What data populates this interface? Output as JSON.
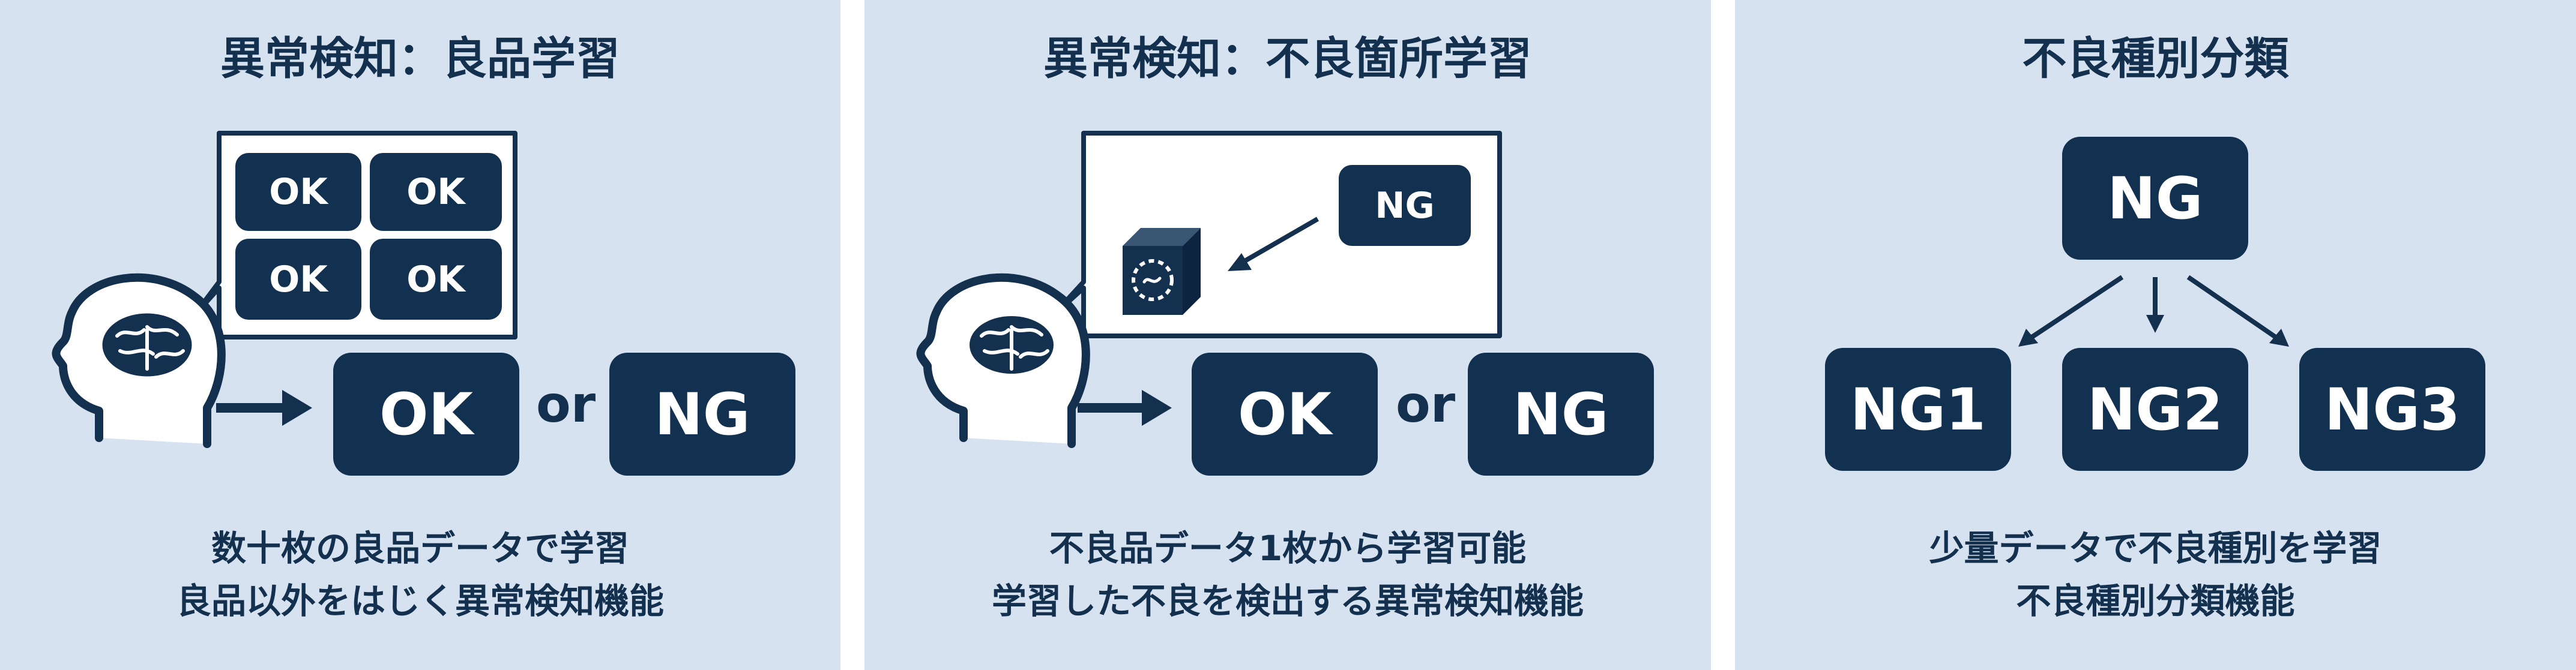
{
  "panels": [
    {
      "title": "異常検知：良品学習",
      "ok_cells": [
        "OK",
        "OK",
        "OK",
        "OK"
      ],
      "result_ok": "OK",
      "or": "or",
      "result_ng": "NG",
      "desc_lines": [
        "数十枚の良品データで学習",
        "良品以外をはじく異常検知機能"
      ]
    },
    {
      "title": "異常検知：不良箇所学習",
      "ng_tag": "NG",
      "result_ok": "OK",
      "or": "or",
      "result_ng": "NG",
      "desc_lines": [
        "不良品データ1枚から学習可能",
        "学習した不良を検出する異常検知機能"
      ]
    },
    {
      "title": "不良種別分類",
      "root": "NG",
      "children": [
        "NG1",
        "NG2",
        "NG3"
      ],
      "desc_lines": [
        "少量データで不良種別を学習",
        "不良種別分類機能"
      ]
    }
  ],
  "colors": {
    "panel_bg": "#d6e2ef",
    "dark_navy": "#12304f",
    "white": "#ffffff"
  },
  "icons": [
    "head-brain-icon",
    "right-arrow-icon",
    "cube-defect-icon",
    "speech-bubble-icon",
    "down-arrow-icon"
  ]
}
